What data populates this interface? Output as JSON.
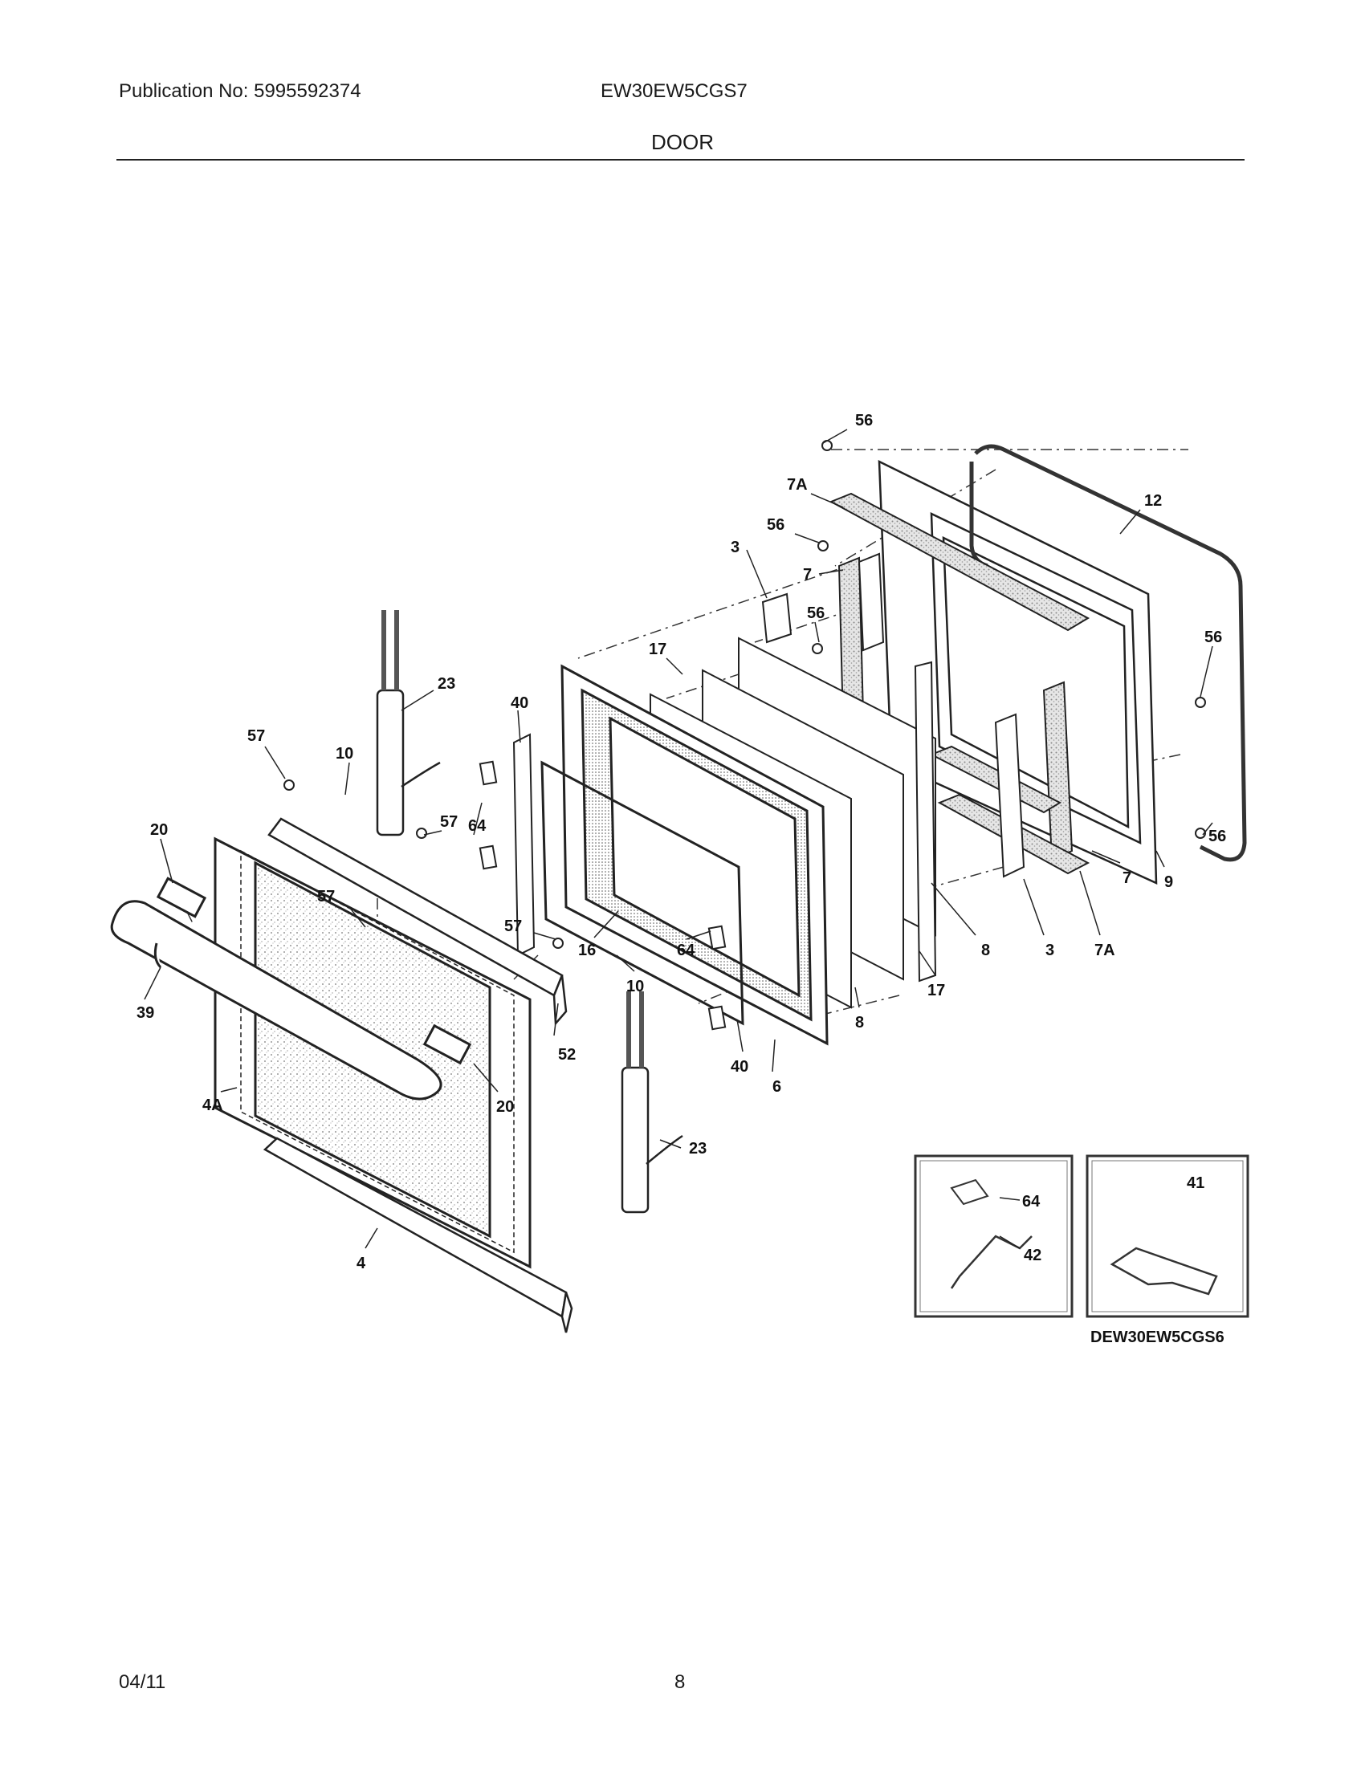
{
  "header": {
    "publication": "Publication No: 5995592374",
    "model": "EW30EW5CGS7",
    "section": "DOOR"
  },
  "diagram": {
    "code": "DEW30EW5CGS6",
    "labels": [
      "56",
      "7A",
      "12",
      "56",
      "7",
      "3",
      "56",
      "56",
      "17",
      "23",
      "40",
      "57",
      "10",
      "57",
      "64",
      "20",
      "57",
      "57",
      "16",
      "64",
      "52",
      "39",
      "10",
      "20",
      "4A",
      "23",
      "40",
      "6",
      "8",
      "17",
      "8",
      "3",
      "7A",
      "7",
      "9",
      "56",
      "4",
      "64",
      "42",
      "41"
    ]
  },
  "footer": {
    "date": "04/11",
    "page": "8"
  }
}
